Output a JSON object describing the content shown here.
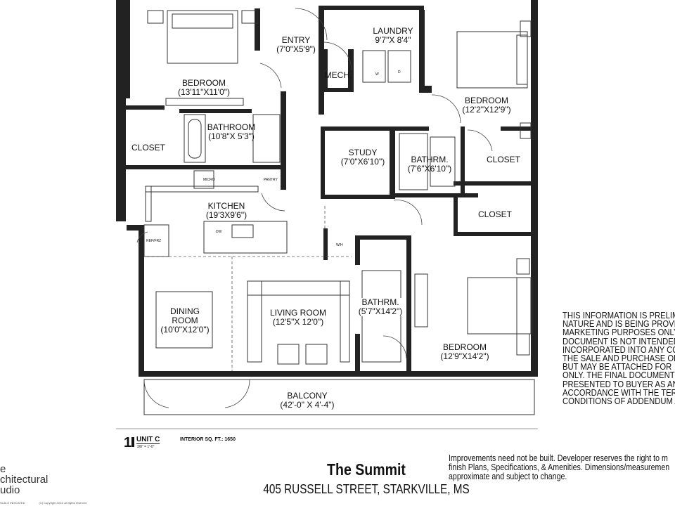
{
  "rooms": {
    "bedroom1": {
      "name": "BEDROOM",
      "size": "(13'11\"X11'0\")"
    },
    "entry": {
      "name": "ENTRY",
      "size": "(7'0\"X5'9\")"
    },
    "laundry": {
      "name": "LAUNDRY",
      "size": "9'7\"X 8'4\""
    },
    "mech": {
      "name": "MECH."
    },
    "bedroom2": {
      "name": "BEDROOM",
      "size": "(12'2\"X12'9\")"
    },
    "bathroom": {
      "name": "BATHROOM",
      "size": "(10'8\"X 5'3\")"
    },
    "closet1": {
      "name": "CLOSET"
    },
    "study": {
      "name": "STUDY",
      "size": "(7'0\"X6'10\")"
    },
    "bathrm2": {
      "name": "BATHRM.",
      "size": "(7'6\"X6'10\")"
    },
    "closet2": {
      "name": "CLOSET"
    },
    "kitchen": {
      "name": "KITCHEN",
      "size": "(19'3X9'6\")"
    },
    "closet3": {
      "name": "CLOSET"
    },
    "dining": {
      "line1": "DINING",
      "line2": "ROOM",
      "size": "(10'0\"X12'0\")"
    },
    "living": {
      "name": "LIVING ROOM",
      "size": "(12'5\"X 12'0\")"
    },
    "bathrm3": {
      "name": "BATHRM.",
      "size": "(5'7\"X14'2\")"
    },
    "bedroom3": {
      "name": "BEDROOM",
      "size": "(12'9\"X14'2\")"
    },
    "balcony": {
      "name": "BALCONY",
      "size": "(42'-0\" X 4'-4\")"
    }
  },
  "fixtures": {
    "micro": "MICRO",
    "pantry": "PANTRY",
    "ref": "REF/FRZ",
    "dw": "DW",
    "wh": "W/H",
    "washer": "W",
    "dryer": "D"
  },
  "title_block": {
    "number": "1",
    "unit": "UNIT C",
    "scale": "3/8\" = 1'-0\"",
    "sqft": "INTERIOR SQ. FT.: 1650",
    "project": "The Summit",
    "address": "405 RUSSELL STREET, STARKVILLE, MS",
    "improvements": [
      "Improvements need not be built. Developer reserves the right to m",
      "finish Plans, Specifications, & Amenities. Dimensions/measuremen",
      "approximate and subject to change."
    ],
    "studio": [
      "e",
      "chitectural",
      "udio"
    ],
    "footer": [
      "SCALE INDICATED",
      "(C) Copyright 2023. All rights reserved"
    ]
  },
  "disclaimer": [
    "THIS INFORMATION IS PRELIM",
    "NATURE AND IS BEING PROVI",
    "MARKETING PURPOSES ONLY",
    "DOCUMENT IS NOT INTENDED",
    "INCORPORATED INTO ANY CO",
    "THE SALE AND PURCHASE OF",
    "BUT MAY BE ATTACHED FOR",
    "ONLY.  THE FINAL DOCUMENT",
    "PRESENTED TO BUYER AS AN",
    "ACCORDANCE WITH THE TER",
    "CONDITIONS OF ADDENDUM A"
  ]
}
